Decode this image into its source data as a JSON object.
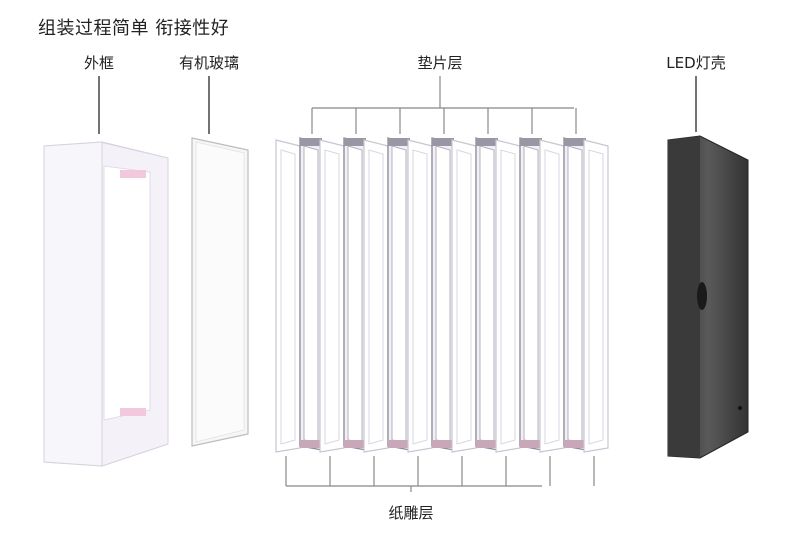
{
  "headline": "组装过程简单 衔接性好",
  "labels": {
    "outer_frame": "外框",
    "glass": "有机玻璃",
    "spacer_layer": "垫片层",
    "led_shell": "LED灯壳",
    "paper_layer": "纸雕层"
  },
  "spacer_count": 7,
  "paper_count": 8
}
